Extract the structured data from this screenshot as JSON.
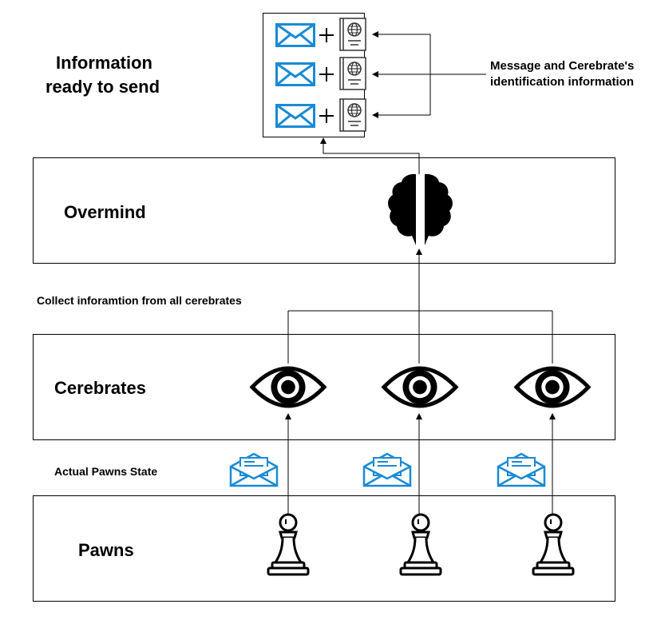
{
  "info": {
    "title_line1": "Information",
    "title_line2": "ready to send",
    "callout_line1": "Message and Cerebrate's",
    "callout_line2": "identification information"
  },
  "layers": {
    "overmind": "Overmind",
    "cerebrates": "Cerebrates",
    "pawns": "Pawns"
  },
  "labels": {
    "collect": "Collect inforamtion from all cerebrates",
    "actual_state": "Actual Pawns State"
  },
  "icons": {
    "message": "envelope-icon",
    "identity": "passport-icon",
    "overmind": "brain-icon",
    "cerebrate": "eye-icon",
    "state": "open-envelope-icon",
    "pawn": "pawn-icon"
  },
  "colors": {
    "envelope": "#1a8ad4",
    "stroke": "#000000"
  }
}
